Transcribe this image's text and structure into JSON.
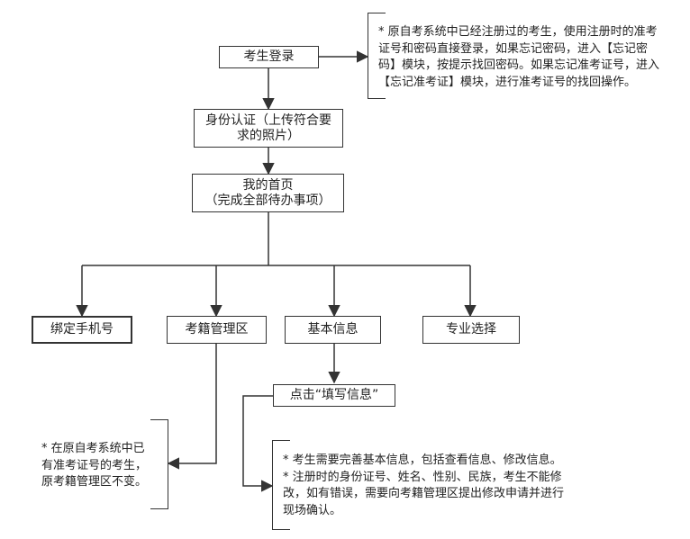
{
  "nodes": {
    "login": "考生登录",
    "identity_line1": "身份认证（上传符合要",
    "identity_line2": "求的照片）",
    "home_line1": "我的首页",
    "home_line2": "（完成全部待办事项）",
    "bind_phone": "绑定手机号",
    "registry": "考籍管理区",
    "basic_info": "基本信息",
    "major": "专业选择",
    "fill_info": "点击“填写信息”"
  },
  "notes": {
    "login_note": {
      "line1": "* 原自考系统中已经注册过的考生，使用注册时的准考",
      "line2": "证号和密码直接登录，如果忘记密码，进入【忘记密",
      "line3": "码】模块，按提示找回密码。如果忘记准考证号，进入",
      "line4": "【忘记准考证】模块，进行准考证号的找回操作。"
    },
    "registry_note": {
      "line1": "* 在原自考系统中已",
      "line2": "有准考证号的考生，",
      "line3": "原考籍管理区不变。"
    },
    "info_note": {
      "line1": "* 考生需要完善基本信息，包括查看信息、修改信息。",
      "line2": "* 注册时的身份证号、姓名、性别、民族，考生不能修",
      "line3": "改，如有错误，需要向考籍管理区提出修改申请并进行",
      "line4": "现场确认。"
    }
  },
  "colors": {
    "stroke": "#333333",
    "text": "#222222",
    "background": "#ffffff"
  }
}
